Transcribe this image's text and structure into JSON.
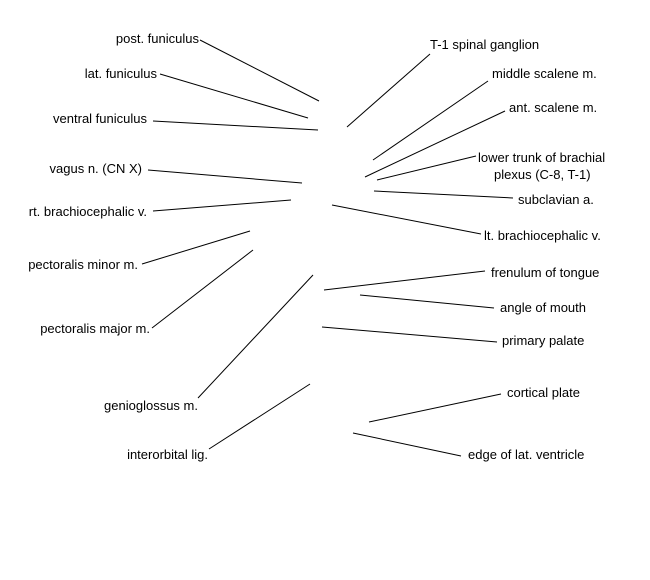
{
  "labels": {
    "post_funiculus": "post. funiculus",
    "lat_funiculus": "lat. funiculus",
    "ventral_funiculus": "ventral funiculus",
    "vagus": "vagus n. (CN X)",
    "rt_brachiocephalic": "rt. brachiocephalic v.",
    "pectoralis_minor": "pectoralis minor m.",
    "pectoralis_major": "pectoralis major m.",
    "genioglossus": "genioglossus m.",
    "interorbital": "interorbital lig.",
    "t1_ganglion": "T-1 spinal ganglion",
    "middle_scalene": "middle scalene m.",
    "ant_scalene": "ant. scalene m.",
    "lower_trunk_line1": "lower trunk of brachial",
    "lower_trunk_line2": "plexus (C-8, T-1)",
    "subclavian": "subclavian a.",
    "lt_brachiocephalic": "lt. brachiocephalic v.",
    "frenulum": "frenulum of tongue",
    "angle_mouth": "angle of mouth",
    "primary_palate": "primary palate",
    "cortical_plate": "cortical plate",
    "lat_ventricle": "edge of lat. ventricle"
  },
  "colors": {
    "line": "#000000",
    "text": "#000000",
    "background": "#ffffff"
  }
}
